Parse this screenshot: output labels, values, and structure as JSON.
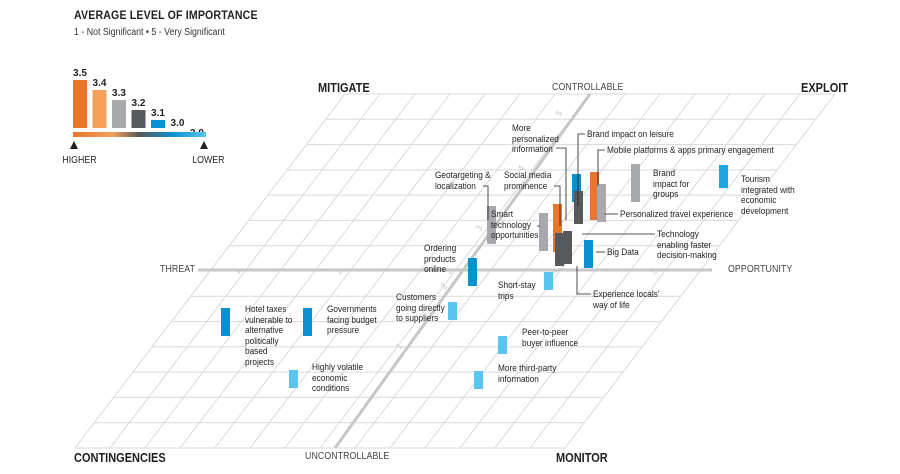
{
  "legend": {
    "title": "AVERAGE LEVEL OF IMPORTANCE",
    "subtitle": "1 - Not Significant  •  5 - Very Significant",
    "higher": "HIGHER",
    "lower": "LOWER",
    "levels": [
      {
        "label": "3.5",
        "value": 3.5,
        "color": "#e8762c"
      },
      {
        "label": "3.4",
        "value": 3.4,
        "color": "#f2a05a"
      },
      {
        "label": "3.3",
        "value": 3.3,
        "color": "#a7a9ac"
      },
      {
        "label": "3.2",
        "value": 3.2,
        "color": "#58595b"
      },
      {
        "label": "3.1",
        "value": 3.1,
        "color": "#0a8fd0"
      },
      {
        "label": "3.0",
        "value": 3.0,
        "color": "#1ca7e3"
      },
      {
        "label": "2.9",
        "value": 2.9,
        "color": "#58c6ef"
      }
    ]
  },
  "quadrants": {
    "mitigate": "MITIGATE",
    "exploit": "EXPLOIT",
    "contingencies": "CONTINGENCIES",
    "monitor": "MONITOR"
  },
  "axes": {
    "controllable": "CONTROLLABLE",
    "uncontrollable": "UNCONTROLLABLE",
    "threat": "THREAT",
    "opportunity": "OPPORTUNITY",
    "tick_labels": [
      "1",
      "2",
      "3",
      "4",
      "5"
    ]
  },
  "items": [
    {
      "id": "more-personalized-information",
      "lines": [
        "More",
        "personalized",
        "information"
      ],
      "level": 3.1
    },
    {
      "id": "brand-impact-on-leisure",
      "lines": [
        "Brand impact on leisure"
      ],
      "level": 3.2
    },
    {
      "id": "mobile-platforms",
      "lines": [
        "Mobile platforms & apps primary engagement"
      ],
      "level": 3.5
    },
    {
      "id": "personalized-travel-experience",
      "lines": [
        "Personalized travel experience"
      ],
      "level": 3.3
    },
    {
      "id": "brand-impact-groups",
      "lines": [
        "Brand",
        "impact for",
        "groups"
      ],
      "level": 3.3
    },
    {
      "id": "tourism-integrated",
      "lines": [
        "Tourism",
        "integrated with",
        "economic",
        "development"
      ],
      "level": 3.0
    },
    {
      "id": "geotargeting",
      "lines": [
        "Geotargeting &",
        "localization"
      ],
      "level": 3.3
    },
    {
      "id": "social-media",
      "lines": [
        "Social media",
        "prominence"
      ],
      "level": 3.5
    },
    {
      "id": "smart-technology",
      "lines": [
        "Smart",
        "technology",
        "opportunities"
      ],
      "level": 3.3
    },
    {
      "id": "technology-faster",
      "lines": [
        "Technology",
        "enabling faster",
        "decision-making"
      ],
      "level": 3.2
    },
    {
      "id": "big-data",
      "lines": [
        "Big Data"
      ],
      "level": 3.1
    },
    {
      "id": "ordering-products",
      "lines": [
        "Ordering",
        "products",
        "online"
      ],
      "level": 3.1
    },
    {
      "id": "experience-locals",
      "lines": [
        "Experience locals'",
        "way of life"
      ],
      "level": 3.2
    },
    {
      "id": "short-stay",
      "lines": [
        "Short-stay",
        "trips"
      ],
      "level": 2.9
    },
    {
      "id": "customers-direct",
      "lines": [
        "Customers",
        "going directly",
        "to suppliers"
      ],
      "level": 2.9
    },
    {
      "id": "hotel-taxes",
      "lines": [
        "Hotel taxes",
        "vulnerable to",
        "alternative",
        "politically",
        "based",
        "projects"
      ],
      "level": 3.1
    },
    {
      "id": "governments-budget",
      "lines": [
        "Governments",
        "facing budget",
        "pressure"
      ],
      "level": 3.1
    },
    {
      "id": "highly-volatile",
      "lines": [
        "Highly volatile",
        "economic",
        "conditions"
      ],
      "level": 2.9
    },
    {
      "id": "peer-to-peer",
      "lines": [
        "Peer-to-peer",
        "buyer influence"
      ],
      "level": 2.9
    },
    {
      "id": "third-party",
      "lines": [
        "More third-party",
        "information"
      ],
      "level": 2.9
    }
  ]
}
